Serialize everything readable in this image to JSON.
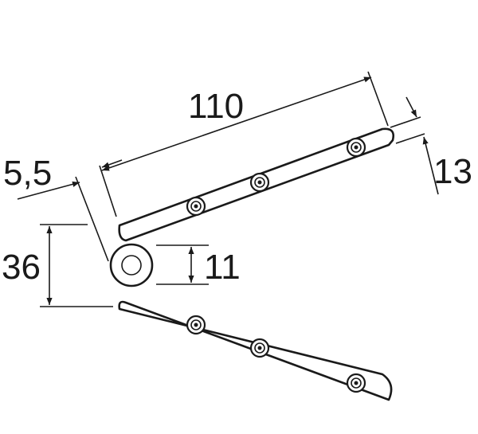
{
  "dimensions": {
    "length": "110",
    "offset": "5,5",
    "width": "13",
    "height": "36",
    "knuckle": "11"
  },
  "part": {
    "rivets_per_arm": 3
  }
}
